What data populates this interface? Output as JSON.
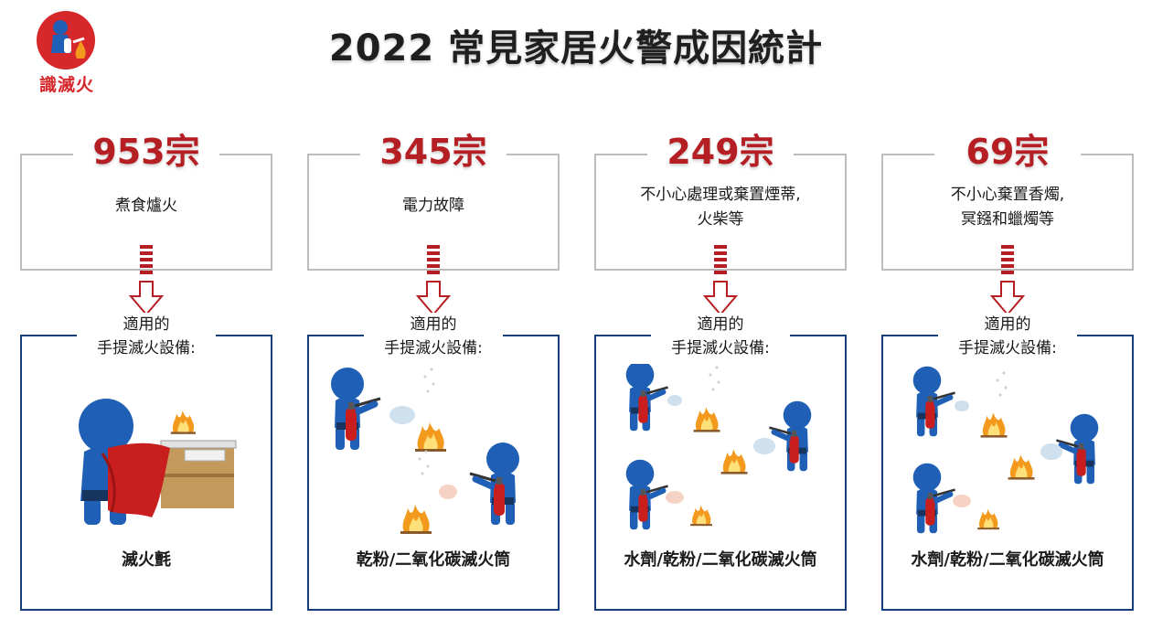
{
  "logo": {
    "text": "識滅火",
    "color": "#d6272b",
    "icon": "firefighter-logo-icon"
  },
  "title": "2022 常見家居火警成因統計",
  "colors": {
    "count": "#b51f24",
    "cause_border": "#bdbdbd",
    "equip_border": "#173f7a",
    "figure": "#1f5fb5",
    "blanket": "#c81e1e"
  },
  "columns": [
    {
      "count": "953宗",
      "cause_lines": [
        "煮食爐火"
      ],
      "equipment_label": [
        "適用的",
        "手提滅火設備:"
      ],
      "equipment_type": "滅火氈",
      "scene": "fire-blanket-scene"
    },
    {
      "count": "345宗",
      "cause_lines": [
        "電力故障"
      ],
      "equipment_label": [
        "適用的",
        "手提滅火設備:"
      ],
      "equipment_type": "乾粉/二氧化碳滅火筒",
      "scene": "two-extinguisher-scene"
    },
    {
      "count": "249宗",
      "cause_lines": [
        "不小心處理或棄置煙蒂,",
        "火柴等"
      ],
      "equipment_label": [
        "適用的",
        "手提滅火設備:"
      ],
      "equipment_type": "水劑/乾粉/二氧化碳滅火筒",
      "scene": "three-extinguisher-scene"
    },
    {
      "count": "69宗",
      "cause_lines": [
        "不小心棄置香燭,",
        "冥鏹和蠟燭等"
      ],
      "equipment_label": [
        "適用的",
        "手提滅火設備:"
      ],
      "equipment_type": "水劑/乾粉/二氧化碳滅火筒",
      "scene": "three-extinguisher-scene"
    }
  ]
}
